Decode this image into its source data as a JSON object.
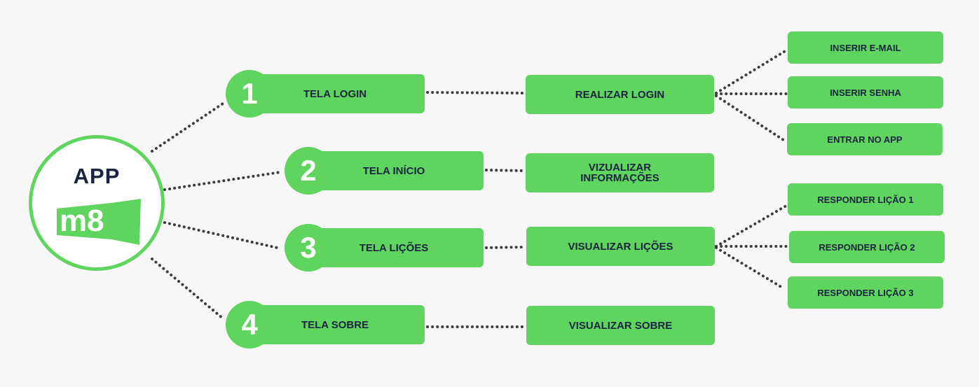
{
  "app": {
    "title": "APP",
    "logo_text": "m8"
  },
  "steps": [
    {
      "number": "1",
      "label": "TELA LOGIN"
    },
    {
      "number": "2",
      "label": "TELA INÍCIO"
    },
    {
      "number": "3",
      "label": "TELA LIÇÕES"
    },
    {
      "number": "4",
      "label": "TELA SOBRE"
    }
  ],
  "actions": [
    {
      "label": "REALIZAR LOGIN"
    },
    {
      "label": "VIZUALIZAR INFORMAÇÕES"
    },
    {
      "label": "VISUALIZAR LIÇÕES"
    },
    {
      "label": "VISUALIZAR SOBRE"
    }
  ],
  "login_substeps": [
    "INSERIR E-MAIL",
    "INSERIR SENHA",
    "ENTRAR NO APP"
  ],
  "lessons_substeps": [
    "RESPONDER LIÇÃO 1",
    "RESPONDER LIÇÃO 2",
    "RESPONDER LIÇÃO 3"
  ],
  "colors": {
    "accent": "#5fd55f",
    "text": "#1a2440",
    "background": "#f7f7f7",
    "connector": "#3d3d3d"
  }
}
